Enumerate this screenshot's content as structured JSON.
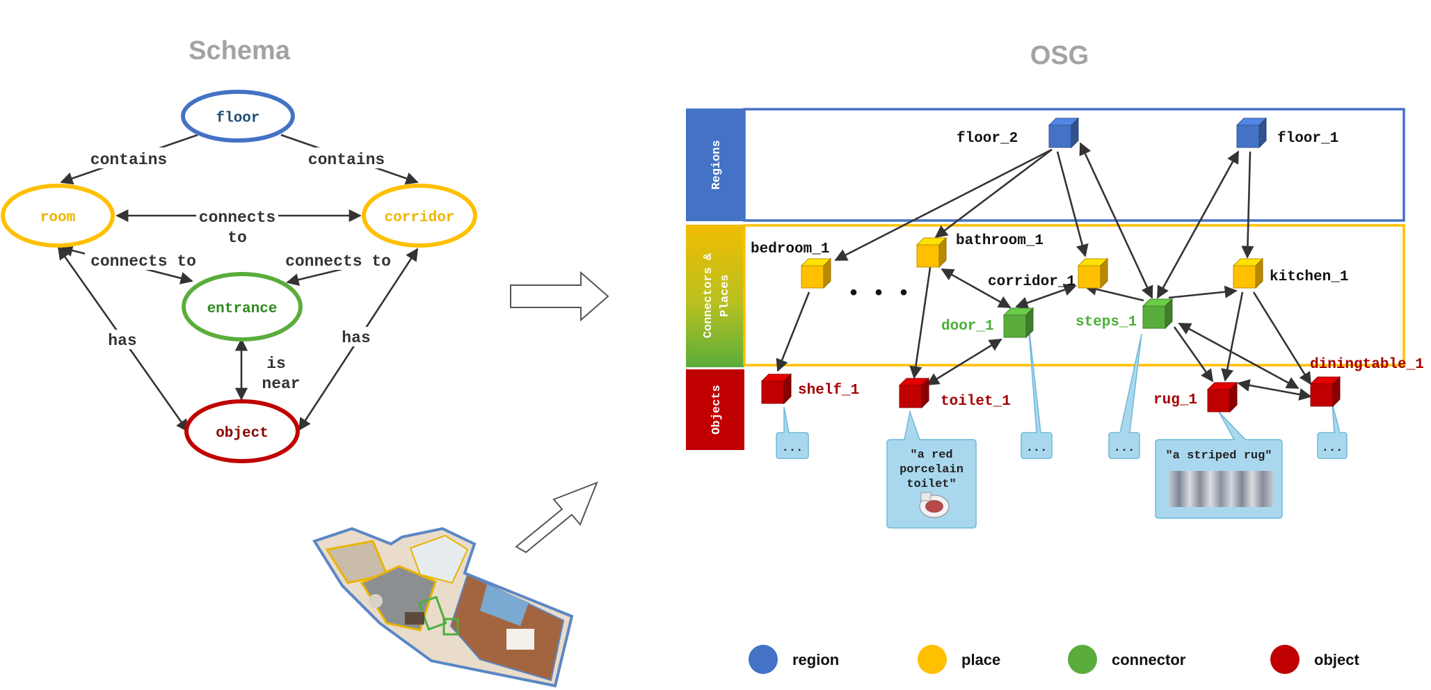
{
  "schema": {
    "title": "Schema",
    "nodes": {
      "floor": "floor",
      "room": "room",
      "corridor": "corridor",
      "entrance": "entrance",
      "object": "object"
    },
    "edges": {
      "contains_left": "contains",
      "contains_right": "contains",
      "connects_to_1": "connects",
      "connects_to_2": "to",
      "connects_to_left": "connects to",
      "connects_to_right": "connects to",
      "has_left": "has",
      "has_right": "has",
      "is_near_1": "is",
      "is_near_2": "near"
    }
  },
  "osg": {
    "title": "OSG",
    "bands": {
      "regions": "Regions",
      "connectors_1": "Connectors &",
      "connectors_2": "Places",
      "objects": "Objects"
    },
    "nodes": {
      "floor_2": "floor_2",
      "floor_1": "floor_1",
      "bedroom_1": "bedroom_1",
      "bathroom_1": "bathroom_1",
      "corridor_1": "corridor_1",
      "kitchen_1": "kitchen_1",
      "door_1": "door_1",
      "steps_1": "steps_1",
      "shelf_1": "shelf_1",
      "toilet_1": "toilet_1",
      "rug_1": "rug_1",
      "diningtable_1": "diningtable_1"
    },
    "ellipsis": "• • •",
    "bubbles": {
      "toilet_line1": "\"a red",
      "toilet_line2": "porcelain",
      "toilet_line3": "toilet\"",
      "rug": "\"a striped rug\"",
      "dots": "..."
    }
  },
  "legend": [
    {
      "label": "region",
      "color": "#4472c4"
    },
    {
      "label": "place",
      "color": "#ffc000"
    },
    {
      "label": "connector",
      "color": "#5aad3c"
    },
    {
      "label": "object",
      "color": "#c00000"
    }
  ],
  "colors": {
    "region": "#4472c4",
    "place": "#ffc000",
    "connector": "#5aad3c",
    "object": "#c00000",
    "bubble_fill": "#a9d8ee",
    "title_gray": "#a3a3a3"
  }
}
